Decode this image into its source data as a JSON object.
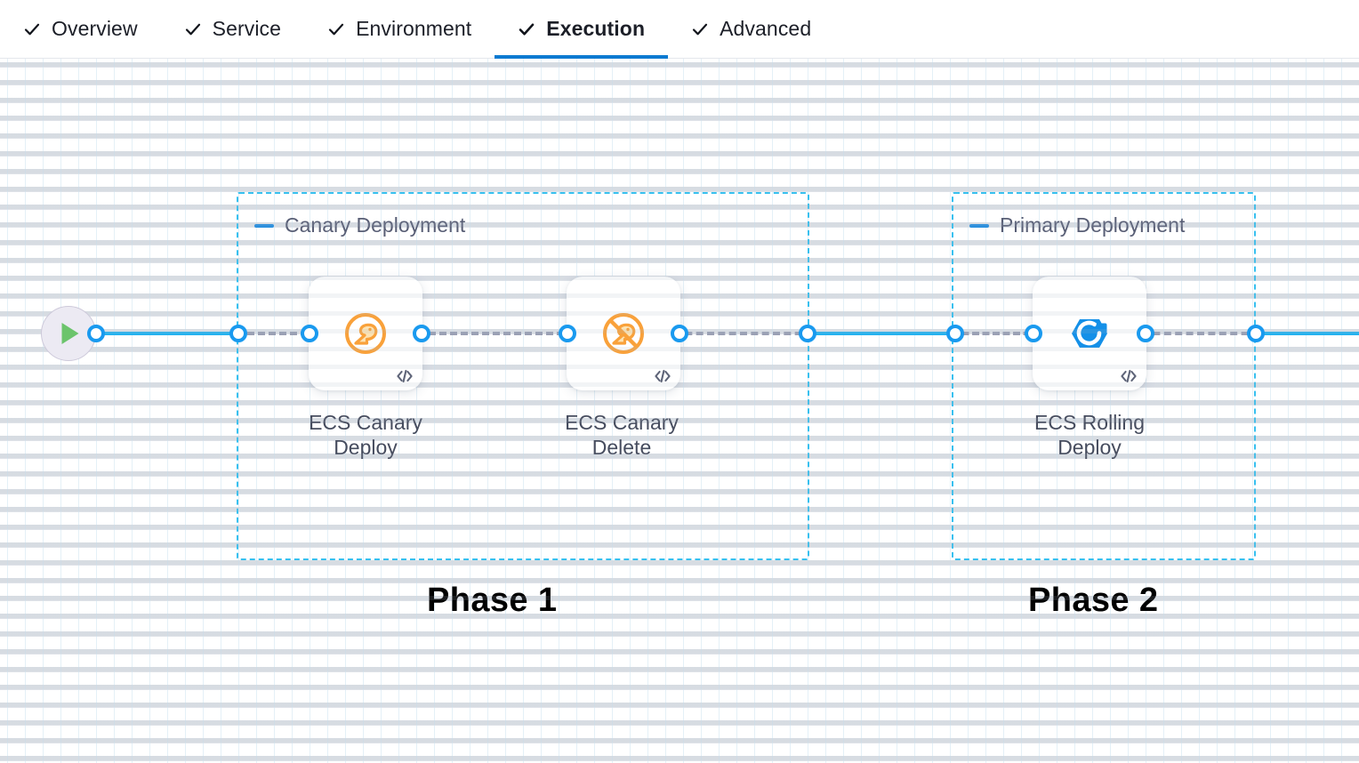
{
  "tabs": [
    {
      "label": "Overview",
      "icon": "check-icon",
      "active": false
    },
    {
      "label": "Service",
      "icon": "check-icon",
      "active": false
    },
    {
      "label": "Environment",
      "icon": "check-icon",
      "active": false
    },
    {
      "label": "Execution",
      "icon": "check-icon",
      "active": true
    },
    {
      "label": "Advanced",
      "icon": "check-icon",
      "active": false
    }
  ],
  "colors": {
    "accent_blue": "#0b7ad1",
    "edge_blue": "#24b2ef",
    "edge_dashed_gray": "#9aa0b4",
    "group_border": "#37c0ef",
    "canary_orange": "#f9a13a",
    "rolling_blue": "#1490e8",
    "play_green": "#6cc46c",
    "group_title": "#585e75",
    "node_label": "#464c5e"
  },
  "pipeline": {
    "start_node": {
      "name": "start-node",
      "icon": "play-icon"
    },
    "groups": [
      {
        "id": "canary-deployment",
        "title": "Canary Deployment",
        "collapse_icon": "minus-icon",
        "phase_label": "Phase 1"
      },
      {
        "id": "primary-deployment",
        "title": "Primary Deployment",
        "collapse_icon": "minus-icon",
        "phase_label": "Phase 2"
      }
    ],
    "nodes": [
      {
        "id": "ecs-canary-deploy",
        "label": "ECS Canary\nDeploy",
        "icon": "canary-bird-icon",
        "badge_icon": "code-icon"
      },
      {
        "id": "ecs-canary-delete",
        "label": "ECS Canary\nDelete",
        "icon": "canary-bird-delete-icon",
        "badge_icon": "code-icon"
      },
      {
        "id": "ecs-rolling-deploy",
        "label": "ECS Rolling\nDeploy",
        "icon": "rolling-deploy-icon",
        "badge_icon": "code-icon"
      }
    ]
  }
}
